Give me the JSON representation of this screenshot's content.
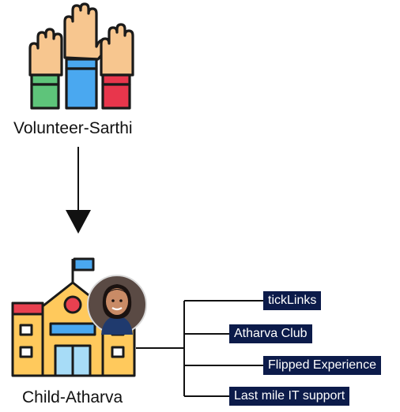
{
  "volunteer": {
    "label": "Volunteer-Sarthi",
    "icon": "raised-hands-icon"
  },
  "child": {
    "label": "Child-Atharva",
    "icon": "school-building-icon",
    "avatar": "child-avatar"
  },
  "branches": [
    {
      "label": "tickLinks"
    },
    {
      "label": "Atharva Club"
    },
    {
      "label": "Flipped Experience"
    },
    {
      "label": "Last mile IT support"
    }
  ],
  "colors": {
    "tag_bg": "#0c1b4a",
    "tag_text": "#ffffff",
    "outline": "#1a1a1a",
    "skin": "#f7c68f",
    "green_sleeve": "#5ec47a",
    "blue_sleeve": "#4aa8f0",
    "red_sleeve": "#e8364c",
    "school_wall": "#ffc95c",
    "school_roof_red": "#e84050"
  }
}
